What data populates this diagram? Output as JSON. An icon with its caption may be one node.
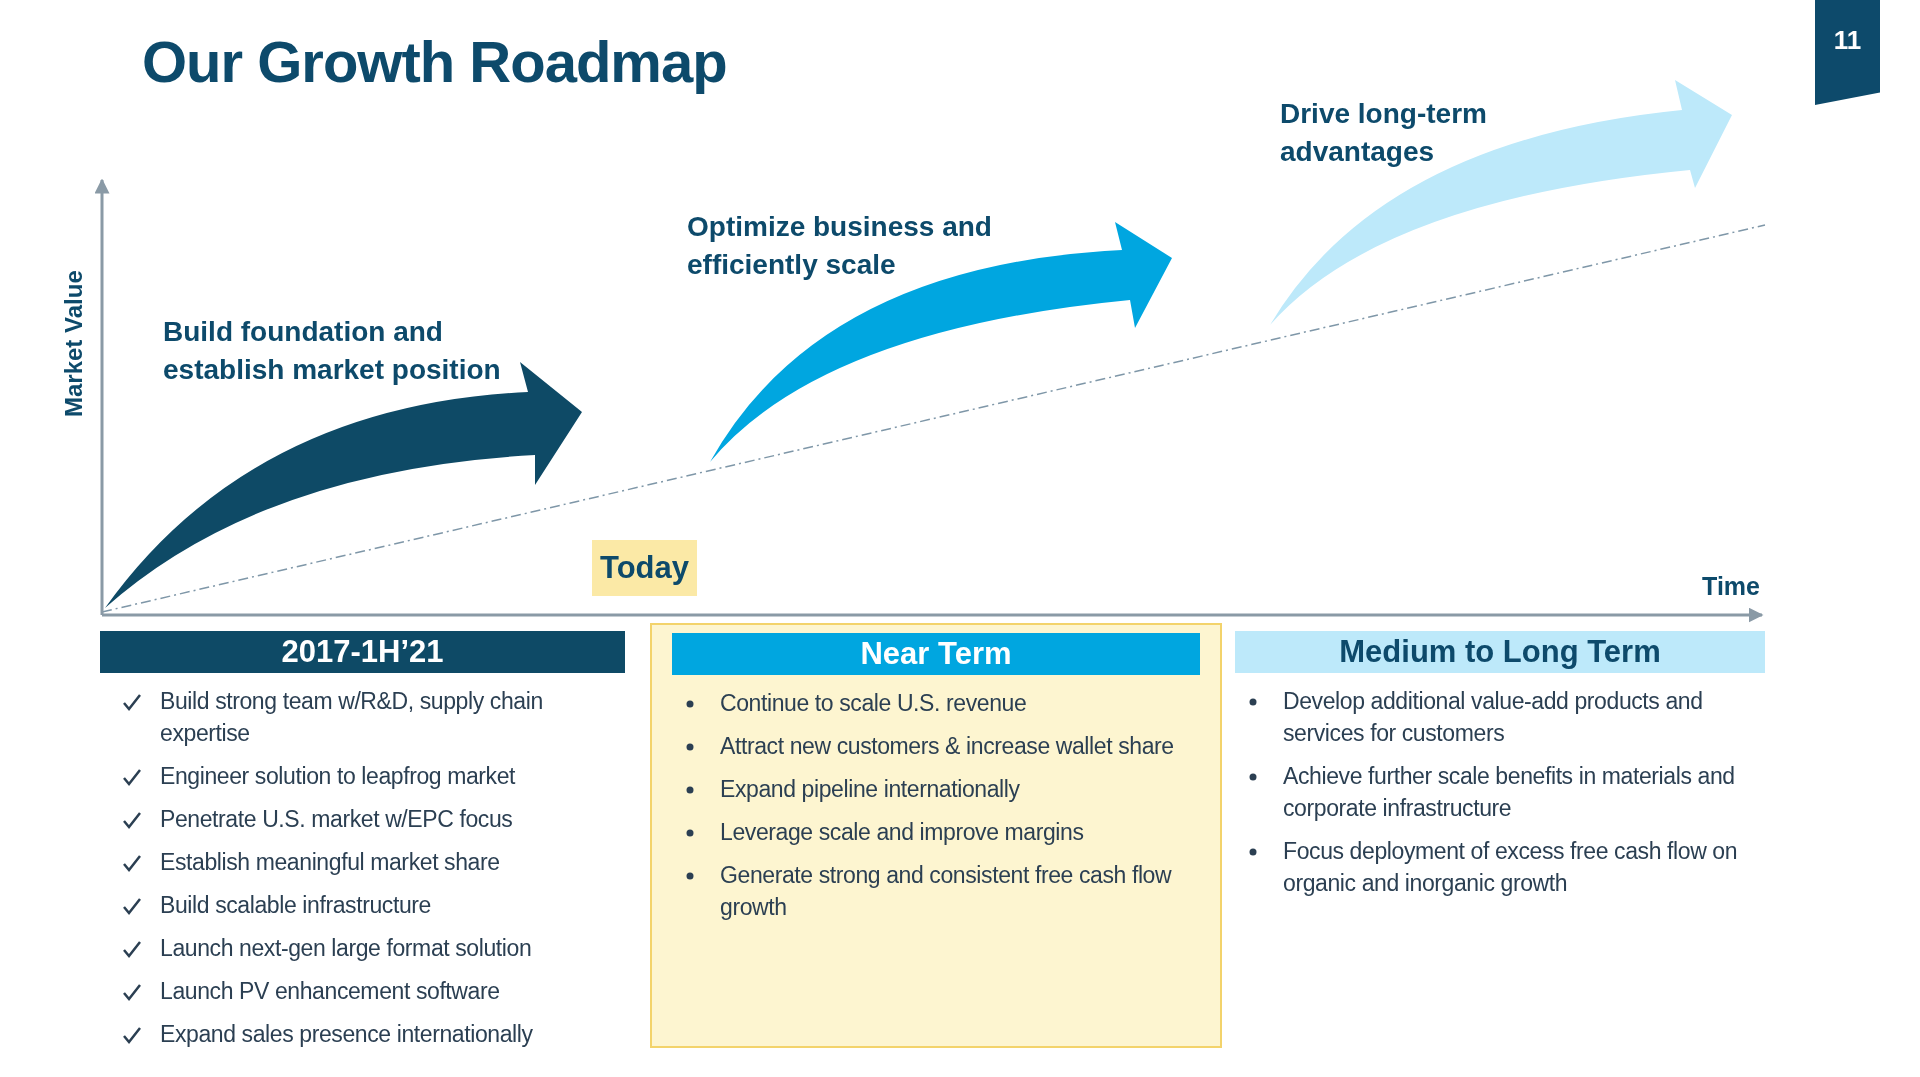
{
  "diagram": {
    "title": "Our Growth Roadmap",
    "nodes": [
      {
        "text": [
          "2017-1H’21",
          "Build strong team w/R&D, supply chain expertise",
          "Engineer solution to leapfrog market",
          "Penetrate U.S. market w/EPC focus",
          "Establish meaningful market share",
          "Build scalable infrastructure",
          "Launch next-gen large format solution",
          "Launch PV enhancement software",
          "Expand sales presence internationally"
        ]
      },
      {
        "text": [
          "Near Term",
          "Continue to scale U.S. revenue",
          "Attract new customers & increase wallet share",
          "Expand pipeline internationally",
          "Leverage scale and improve margins",
          "Generate strong and consistent free cash flow growth"
        ]
      },
      {
        "text": [
          "Medium to Long Term",
          "Develop additional value-add products and services for customers",
          "Achieve further scale benefits in materials and corporate infrastructure",
          "Focus deployment of excess free cash flow on organic and inorganic growth"
        ]
      }
    ],
    "labels": [
      "11",
      "Market Value",
      "Build foundation and establish market position",
      "Optimize business and efficiently scale",
      "Drive long-term advantages",
      "Today",
      "Time"
    ]
  }
}
